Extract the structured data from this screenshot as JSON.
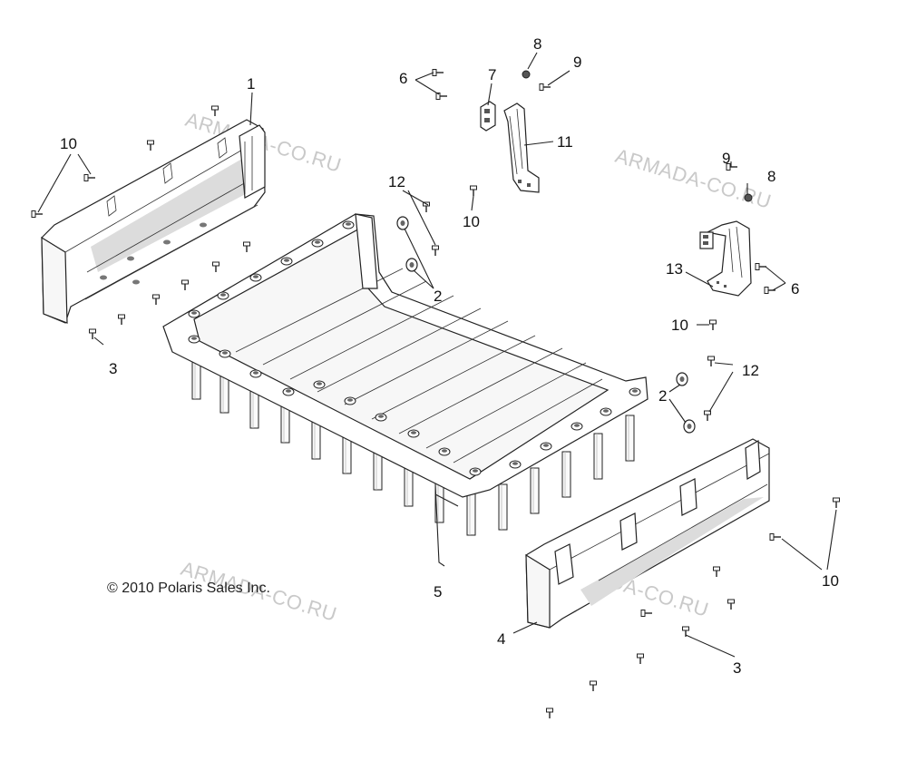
{
  "copyright": "© 2010 Polaris Sales Inc.",
  "watermark": "ARMADA-CO.RU",
  "callouts": {
    "c1": "1",
    "c2a": "2",
    "c2b": "2",
    "c3a": "3",
    "c3b": "3",
    "c4": "4",
    "c5": "5",
    "c6a": "6",
    "c6b": "6",
    "c7": "7",
    "c8a": "8",
    "c8b": "8",
    "c9a": "9",
    "c9b": "9",
    "c10a": "10",
    "c10b": "10",
    "c10c": "10",
    "c10d": "10",
    "c11": "11",
    "c12a": "12",
    "c12b": "12",
    "c13": "13"
  }
}
